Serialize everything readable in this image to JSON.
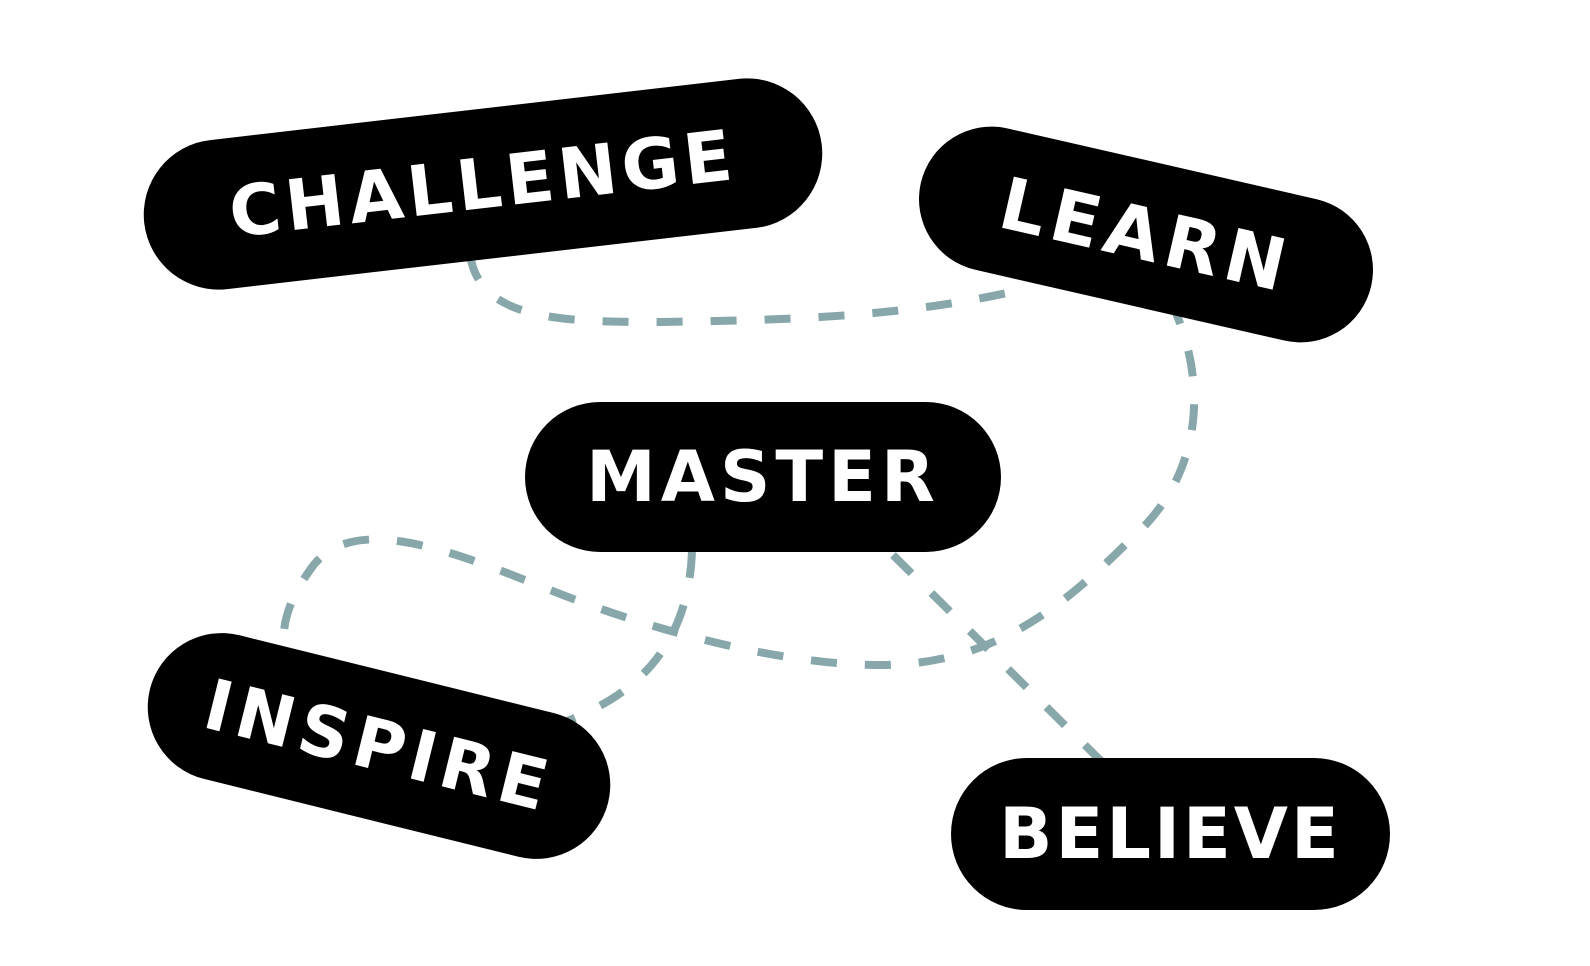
{
  "colors": {
    "background": "#ffffff",
    "pill_fill": "#000000",
    "pill_text": "#ffffff",
    "connector": "#87a7ab"
  },
  "connector_style": "dashed",
  "nodes": {
    "challenge": "CHALLENGE",
    "learn": "LEARN",
    "master": "MASTER",
    "inspire": "INSPIRE",
    "believe": "BELIEVE"
  },
  "connections": [
    {
      "from": "CHALLENGE",
      "to": "LEARN"
    },
    {
      "from": "LEARN",
      "to": "INSPIRE"
    },
    {
      "from": "MASTER",
      "to": "INSPIRE"
    },
    {
      "from": "MASTER",
      "to": "BELIEVE"
    }
  ]
}
